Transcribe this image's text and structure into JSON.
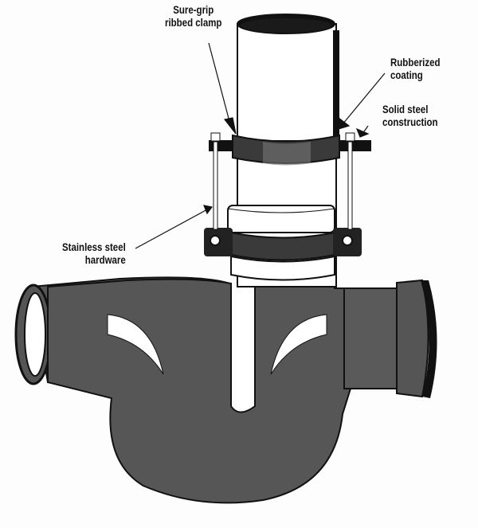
{
  "labels": {
    "clamp": [
      "Sure-grip",
      "ribbed clamp"
    ],
    "coating": [
      "Rubberized",
      "coating"
    ],
    "steel": [
      "Solid steel",
      "construction"
    ],
    "hardware": [
      "Stainless steel",
      "hardware"
    ]
  },
  "colors": {
    "body": "#565656",
    "ink": "#111111",
    "pipe": "#ffffff"
  }
}
